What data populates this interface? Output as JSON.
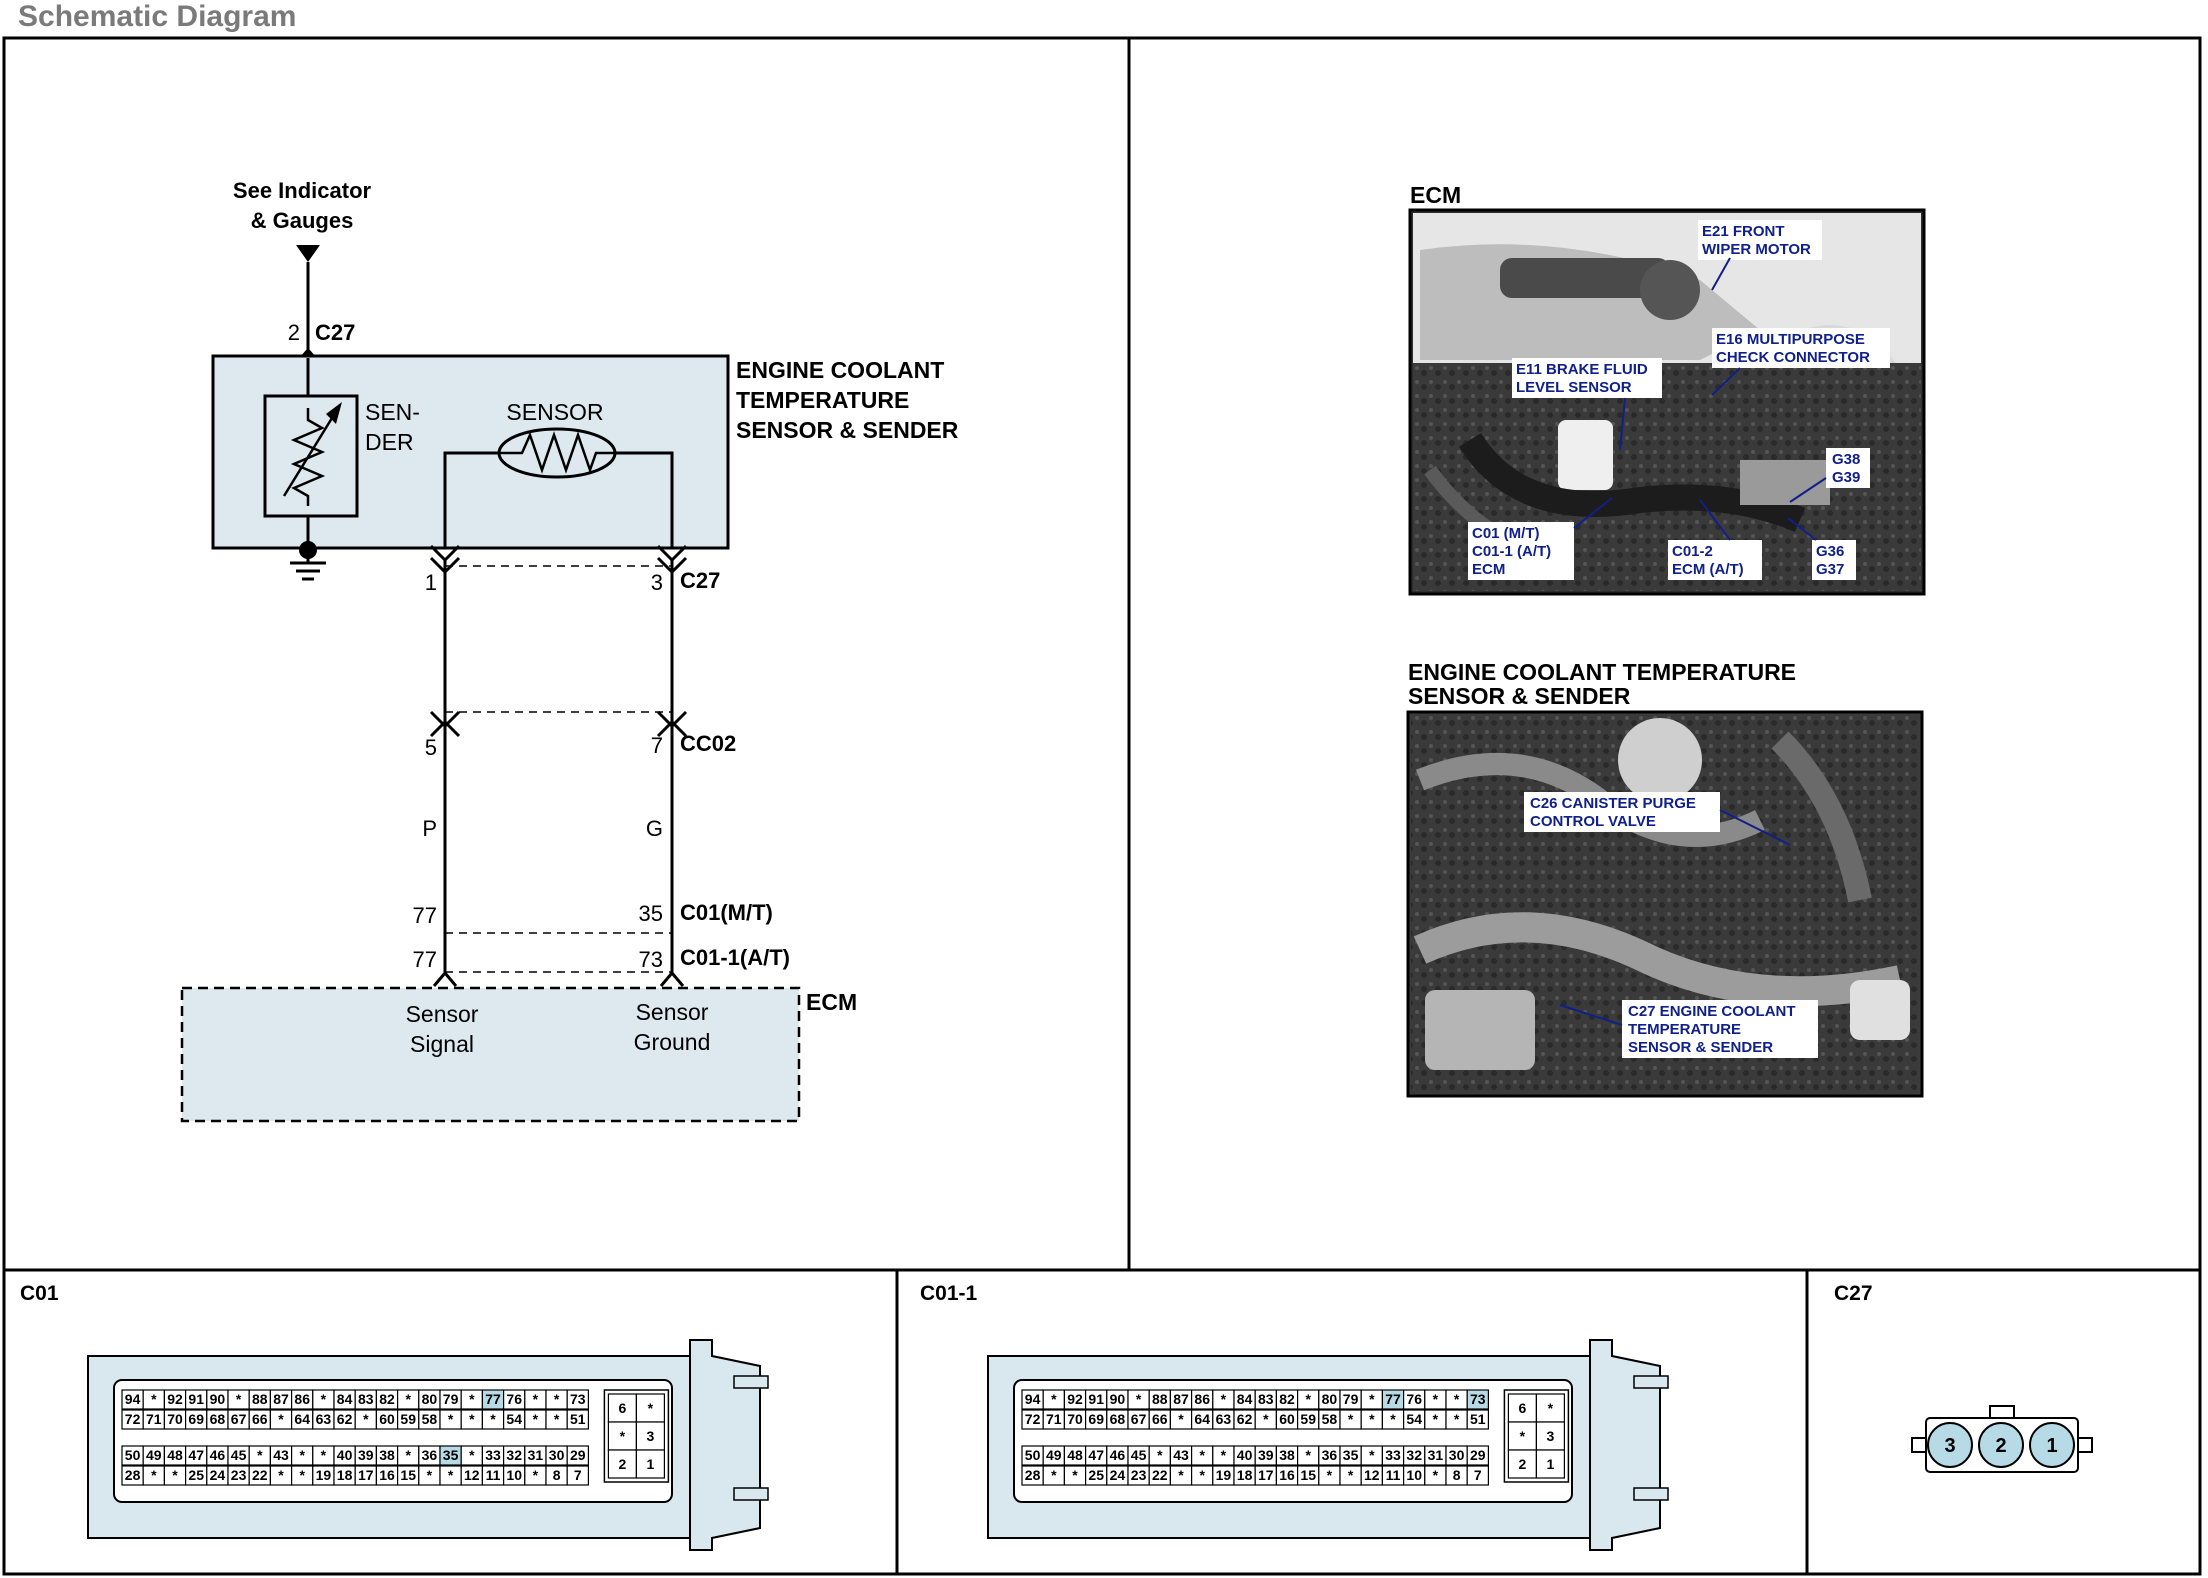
{
  "header": {
    "title": "Schematic Diagram"
  },
  "schematic": {
    "see_indicator": [
      "See Indicator",
      "& Gauges"
    ],
    "component_title": [
      "ENGINE COOLANT",
      "TEMPERATURE",
      "SENSOR & SENDER"
    ],
    "sender_label": [
      "SEN-",
      "DER"
    ],
    "sensor_label": "SENSOR",
    "top_pin": {
      "pin": "2",
      "connector": "C27"
    },
    "c27_pins": {
      "left": "1",
      "right": "3",
      "connector": "C27"
    },
    "cc02_pins": {
      "left": "5",
      "right": "7",
      "connector": "CC02"
    },
    "wire_colors": {
      "left": "P",
      "right": "G"
    },
    "c01_pins": {
      "left": "77",
      "right": "35",
      "connector": "C01(M/T)"
    },
    "c011_pins": {
      "left": "77",
      "right": "73",
      "connector": "C01-1(A/T)"
    },
    "ecm_box": {
      "label": "ECM",
      "left_text": [
        "Sensor",
        "Signal"
      ],
      "right_text": [
        "Sensor",
        "Ground"
      ]
    }
  },
  "photos": {
    "ecm": {
      "title": "ECM",
      "labels": {
        "e21": [
          "E21 FRONT",
          "WIPER MOTOR"
        ],
        "e16": [
          "E16 MULTIPURPOSE",
          "CHECK CONNECTOR"
        ],
        "e11": [
          "E11 BRAKE FLUID",
          "LEVEL SENSOR"
        ],
        "g38": [
          "G38",
          "G39"
        ],
        "c01": [
          "C01 (M/T)",
          "C01-1 (A/T)",
          "ECM"
        ],
        "c012": [
          "C01-2",
          "ECM (A/T)"
        ],
        "g36": [
          "G36",
          "G37"
        ]
      }
    },
    "ect": {
      "title": [
        "ENGINE COOLANT TEMPERATURE",
        "SENSOR & SENDER"
      ],
      "labels": {
        "c26": [
          "C26 CANISTER PURGE",
          "CONTROL VALVE"
        ],
        "c27": [
          "C27 ENGINE COOLANT",
          "TEMPERATURE",
          "SENSOR & SENDER"
        ]
      }
    }
  },
  "connectors": {
    "c01": {
      "title": "C01",
      "row1": [
        "94",
        "*",
        "92",
        "91",
        "90",
        "*",
        "88",
        "87",
        "86",
        "*",
        "84",
        "83",
        "82",
        "*",
        "80",
        "79",
        "*",
        "77",
        "76",
        "*",
        "*",
        "73"
      ],
      "row2": [
        "72",
        "71",
        "70",
        "69",
        "68",
        "67",
        "66",
        "*",
        "64",
        "63",
        "62",
        "*",
        "60",
        "59",
        "58",
        "*",
        "*",
        "*",
        "54",
        "*",
        "*",
        "51"
      ],
      "row3": [
        "50",
        "49",
        "48",
        "47",
        "46",
        "45",
        "*",
        "43",
        "*",
        "*",
        "40",
        "39",
        "38",
        "*",
        "36",
        "35",
        "*",
        "33",
        "32",
        "31",
        "30",
        "29"
      ],
      "row4": [
        "28",
        "*",
        "*",
        "25",
        "24",
        "23",
        "22",
        "*",
        "*",
        "19",
        "18",
        "17",
        "16",
        "15",
        "*",
        "*",
        "12",
        "11",
        "10",
        "*",
        "8",
        "7"
      ],
      "small": [
        "6",
        "*",
        "*",
        "3",
        "2",
        "1"
      ],
      "highlight": [
        "77",
        "35"
      ]
    },
    "c011": {
      "title": "C01-1",
      "row1": [
        "94",
        "*",
        "92",
        "91",
        "90",
        "*",
        "88",
        "87",
        "86",
        "*",
        "84",
        "83",
        "82",
        "*",
        "80",
        "79",
        "*",
        "77",
        "76",
        "*",
        "*",
        "73"
      ],
      "row2": [
        "72",
        "71",
        "70",
        "69",
        "68",
        "67",
        "66",
        "*",
        "64",
        "63",
        "62",
        "*",
        "60",
        "59",
        "58",
        "*",
        "*",
        "*",
        "54",
        "*",
        "*",
        "51"
      ],
      "row3": [
        "50",
        "49",
        "48",
        "47",
        "46",
        "45",
        "*",
        "43",
        "*",
        "*",
        "40",
        "39",
        "38",
        "*",
        "36",
        "35",
        "*",
        "33",
        "32",
        "31",
        "30",
        "29"
      ],
      "row4": [
        "28",
        "*",
        "*",
        "25",
        "24",
        "23",
        "22",
        "*",
        "*",
        "19",
        "18",
        "17",
        "16",
        "15",
        "*",
        "*",
        "12",
        "11",
        "10",
        "*",
        "8",
        "7"
      ],
      "small": [
        "6",
        "*",
        "*",
        "3",
        "2",
        "1"
      ],
      "highlight": [
        "77",
        "73"
      ]
    },
    "c27": {
      "title": "C27",
      "pins": [
        "3",
        "2",
        "1"
      ]
    }
  },
  "colors": {
    "highlight": "#b6dbe6",
    "ecm_fill": "#dde9ee",
    "conn_fill": "#d8e8ee",
    "label_blue": "#10208a"
  }
}
